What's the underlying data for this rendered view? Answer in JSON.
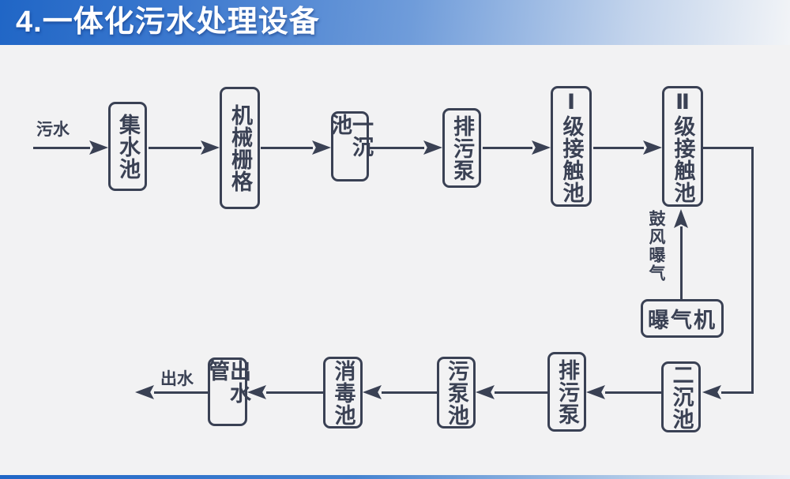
{
  "header": {
    "title": "4.一体化污水处理设备"
  },
  "diagram": {
    "flow_labels": {
      "inflow": "污水",
      "outflow": "出水",
      "aeration_mode": "鼓风曝气"
    },
    "nodes": {
      "collecting_tank": "集水池",
      "mechanical_grid": "机械栅格",
      "primary_sedimentation_tank": "一沉池",
      "sewage_pump_top": "排污泵",
      "level1_contact_tank": "Ⅰ级接触池",
      "level2_contact_tank": "Ⅱ级接触池",
      "aerator": "曝气机",
      "secondary_sedimentation_tank": "二沉池",
      "sewage_pump_bottom": "排污泵",
      "sludge_pump_tank": "污泵池",
      "disinfection_tank": "消毒池",
      "outlet_pipe": "出水管"
    },
    "colors": {
      "ink": "#3a4154",
      "accent_blue": "#2066c6",
      "background": "#f2f2f3"
    }
  }
}
